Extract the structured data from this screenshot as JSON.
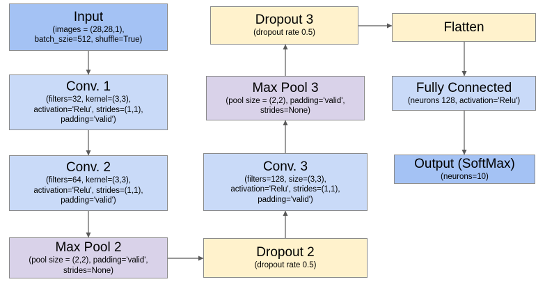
{
  "colors": {
    "input_fill": "#a4c2f4",
    "conv_fill": "#c9daf8",
    "pool_fill": "#d9d2e9",
    "dropout_fill": "#fff2cc",
    "output_fill": "#a4c2f4",
    "border": "#8a8a8a",
    "arrow": "#595959"
  },
  "nodes": {
    "input": {
      "title": "Input",
      "detail": "(images = (28,28,1),\nbatch_szie=512, shuffle=True)"
    },
    "conv1": {
      "title": "Conv. 1",
      "detail": "(filters=32, kernel=(3,3),\nactivation='Relu', strides=(1,1),\npadding='valid')"
    },
    "conv2": {
      "title": "Conv. 2",
      "detail": "(filters=64, kernel=(3,3),\nactivation='Relu', strides=(1,1),\npadding='valid')"
    },
    "maxpool2": {
      "title": "Max Pool 2",
      "detail": "(pool size = (2,2), padding='valid',\nstrides=None)"
    },
    "dropout2": {
      "title": "Dropout 2",
      "detail": "(dropout rate 0.5)"
    },
    "conv3": {
      "title": "Conv. 3",
      "detail": "(filters=128, size=(3,3),\nactivation='Relu', strides=(1,1),\npadding='valid')"
    },
    "maxpool3": {
      "title": "Max Pool 3",
      "detail": "(pool size = (2,2), padding='valid',\nstrides=None)"
    },
    "dropout3": {
      "title": "Dropout 3",
      "detail": "(dropout rate 0.5)"
    },
    "flatten": {
      "title": "Flatten",
      "detail": ""
    },
    "fc": {
      "title": "Fully Connected",
      "detail": "(neurons 128, activation='Relu')"
    },
    "output": {
      "title": "Output (SoftMax)",
      "detail": "(neurons=10)"
    }
  },
  "edges": [
    [
      "input",
      "conv1"
    ],
    [
      "conv1",
      "conv2"
    ],
    [
      "conv2",
      "maxpool2"
    ],
    [
      "maxpool2",
      "dropout2"
    ],
    [
      "dropout2",
      "conv3"
    ],
    [
      "conv3",
      "maxpool3"
    ],
    [
      "maxpool3",
      "dropout3"
    ],
    [
      "dropout3",
      "flatten"
    ],
    [
      "flatten",
      "fc"
    ],
    [
      "fc",
      "output"
    ]
  ]
}
